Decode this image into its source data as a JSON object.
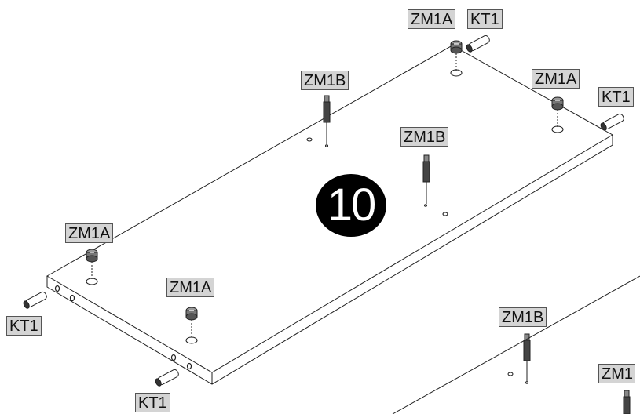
{
  "step_number": "10",
  "labels": {
    "zm1a_top": "ZM1A",
    "kt1_top": "KT1",
    "zm1b_top_left": "ZM1B",
    "zm1a_top_right": "ZM1A",
    "kt1_right": "KT1",
    "zm1b_center": "ZM1B",
    "zm1a_left": "ZM1A",
    "kt1_left": "KT1",
    "zm1a_bottom": "ZM1A",
    "kt1_bottom": "KT1",
    "zm1b_bottom_right": "ZM1B",
    "zm1_partial": "ZM1"
  },
  "colors": {
    "label_bg": "#d4d4d4",
    "line": "#222222",
    "badge": "#000000"
  }
}
